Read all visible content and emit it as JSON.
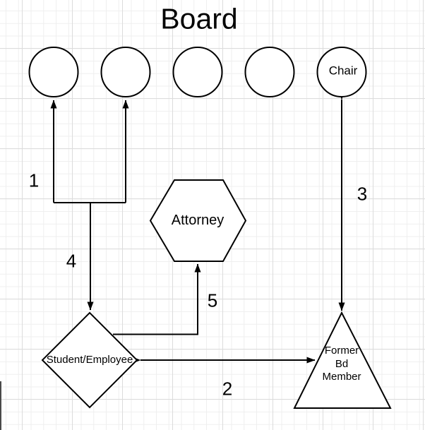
{
  "canvas": {
    "title": "Board",
    "background_color": "#ffffff",
    "grid_minor_color": "#efefef",
    "grid_major_color": "#dcdcdc",
    "shape_stroke_color": "#000000",
    "shape_fill_color": "#ffffff",
    "text_color": "#000000"
  },
  "nodes": {
    "board_member_1": {
      "shape": "circle",
      "label": ""
    },
    "board_member_2": {
      "shape": "circle",
      "label": ""
    },
    "board_member_3": {
      "shape": "circle",
      "label": ""
    },
    "board_member_4": {
      "shape": "circle",
      "label": ""
    },
    "chair": {
      "shape": "circle",
      "label": "Chair"
    },
    "attorney": {
      "shape": "hexagon",
      "label": "Attorney"
    },
    "student_employee": {
      "shape": "diamond",
      "label": "Student/Employee"
    },
    "former_bd_member": {
      "shape": "triangle",
      "label": "Former Bd Member",
      "lines": [
        "Former",
        "Bd",
        "Member"
      ]
    }
  },
  "connectors": {
    "c1": {
      "label": "1",
      "from": "student_employee branch",
      "to": "board_member_1, board_member_2",
      "arrows": "single-end"
    },
    "c2": {
      "label": "2",
      "from": "student_employee",
      "to": "former_bd_member",
      "arrows": "double"
    },
    "c3": {
      "label": "3",
      "from": "chair",
      "to": "former_bd_member",
      "arrows": "double"
    },
    "c4": {
      "label": "4",
      "from": "branch",
      "to": "student_employee",
      "arrows": "single-end"
    },
    "c5": {
      "label": "5",
      "from": "student_employee",
      "to": "attorney",
      "arrows": "single-end"
    }
  }
}
